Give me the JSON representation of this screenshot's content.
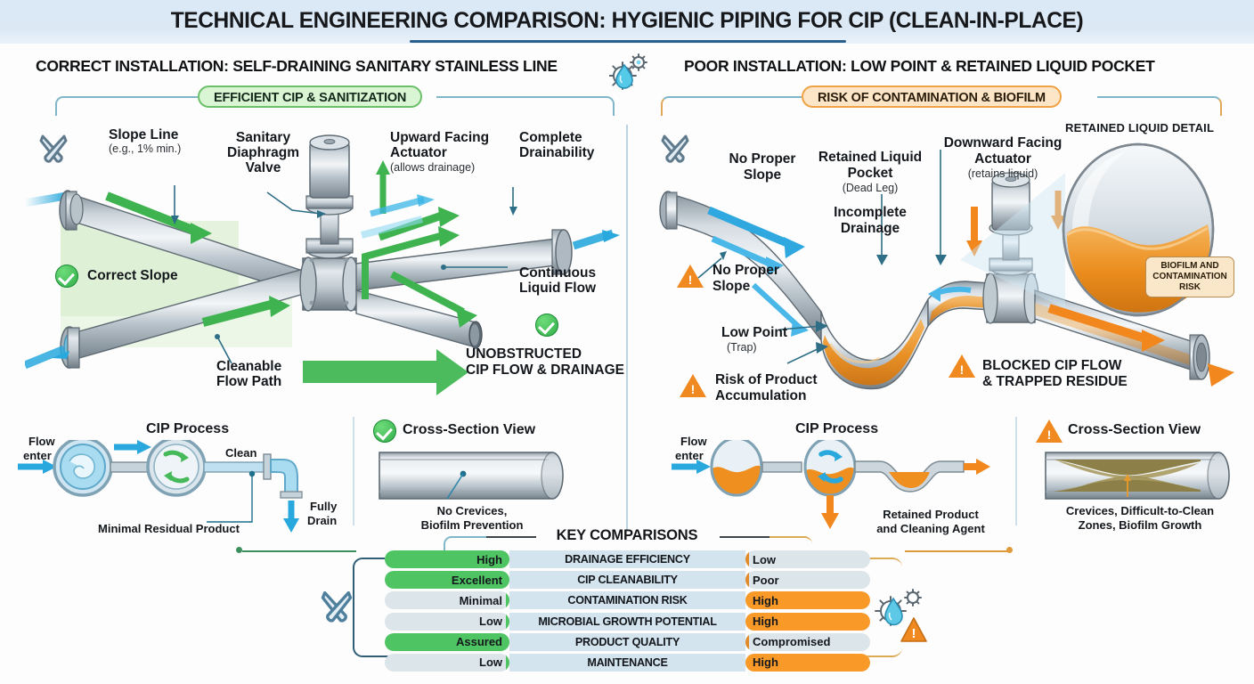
{
  "header": {
    "title": "TECHNICAL ENGINEERING COMPARISON: HYGIENIC PIPING FOR CIP (CLEAN-IN-PLACE)",
    "center_icon": "gear-waterdrop-icon"
  },
  "left_panel": {
    "heading": "CORRECT INSTALLATION: SELF-DRAINING SANITARY STAINLESS LINE",
    "badge": "EFFICIENT CIP & SANITIZATION",
    "tools_icon": "wrench-screwdriver-icon",
    "labels": {
      "slope_line": "Slope Line",
      "slope_line_sub": "(e.g., 1% min.)",
      "valve": "Sanitary\nDiaphragm\nValve",
      "valve_l1": "Sanitary",
      "valve_l2": "Diaphragm",
      "valve_l3": "Valve",
      "actuator_l1": "Upward Facing",
      "actuator_l2": "Actuator",
      "actuator_sub": "(allows drainage)",
      "drainability_l1": "Complete",
      "drainability_l2": "Drainability",
      "correct_slope": "Correct Slope",
      "continuous_flow_l1": "Continuous",
      "continuous_flow_l2": "Liquid Flow",
      "cleanable_l1": "Cleanable",
      "cleanable_l2": "Flow Path",
      "unobstructed_l1": "UNOBSTRUCTED",
      "unobstructed_l2": "CIP FLOW & DRAINAGE"
    },
    "cip_process": {
      "title": "CIP Process",
      "flow_enter_l1": "Flow",
      "flow_enter_l2": "enter",
      "clean": "Clean",
      "fully_drain_l1": "Fully",
      "fully_drain_l2": "Drain",
      "minimal_residual": "Minimal Residual Product"
    },
    "cross_section": {
      "title": "Cross-Section View",
      "caption_l1": "No Crevices,",
      "caption_l2": "Biofilm Prevention"
    }
  },
  "right_panel": {
    "heading": "POOR INSTALLATION: LOW POINT & RETAINED LIQUID POCKET",
    "badge": "RISK OF CONTAMINATION & BIOFILM",
    "tools_icon": "wrench-screwdriver-icon",
    "labels": {
      "no_slope_top_l1": "No Proper",
      "no_slope_top_l2": "Slope",
      "retained_pocket_l1": "Retained Liquid",
      "retained_pocket_l2": "Pocket",
      "retained_pocket_sub": "(Dead Leg)",
      "incomplete_l1": "Incomplete",
      "incomplete_l2": "Drainage",
      "down_actuator_l1": "Downward Facing",
      "down_actuator_l2": "Actuator",
      "down_actuator_sub": "(retains liquid)",
      "detail_title": "RETAINED LIQUID DETAIL",
      "biofilm_box_l1": "BIOFILM AND",
      "biofilm_box_l2": "CONTAMINATION",
      "biofilm_box_l3": "RISK",
      "no_slope_warn_l1": "No Proper",
      "no_slope_warn_l2": "Slope",
      "low_point": "Low Point",
      "low_point_sub": "(Trap)",
      "risk_accum_l1": "Risk of Product",
      "risk_accum_l2": "Accumulation",
      "blocked_l1": "BLOCKED CIP FLOW",
      "blocked_l2": "& TRAPPED RESIDUE"
    },
    "cip_process": {
      "title": "CIP Process",
      "flow_enter_l1": "Flow",
      "flow_enter_l2": "enter",
      "retained_l1": "Retained Product",
      "retained_l2": "and Cleaning Agent"
    },
    "cross_section": {
      "title": "Cross-Section View",
      "caption_l1": "Crevices, Difficult-to-Clean",
      "caption_l2": "Zones, Biofilm Growth"
    }
  },
  "comparison": {
    "title": "KEY COMPARISONS",
    "left_icon": "wrench-screwdriver-icon",
    "right_icon": "gear-waterdrop-warning-icon",
    "rows": [
      {
        "metric": "DRAINAGE EFFICIENCY",
        "left": "High",
        "right": "Low",
        "left_fill": 100,
        "right_fill": 3
      },
      {
        "metric": "CIP CLEANABILITY",
        "left": "Excellent",
        "right": "Poor",
        "left_fill": 100,
        "right_fill": 3
      },
      {
        "metric": "CONTAMINATION RISK",
        "left": "Minimal",
        "right": "High",
        "left_fill": 0,
        "right_fill": 100
      },
      {
        "metric": "MICROBIAL GROWTH POTENTIAL",
        "left": "Low",
        "right": "High",
        "left_fill": 0,
        "right_fill": 100
      },
      {
        "metric": "PRODUCT QUALITY",
        "left": "Assured",
        "right": "Compromised",
        "left_fill": 100,
        "right_fill": 3
      },
      {
        "metric": "MAINTENANCE",
        "left": "Low",
        "right": "High",
        "left_fill": 0,
        "right_fill": 100
      }
    ]
  },
  "colors": {
    "good_green": "#4fc463",
    "bad_orange": "#f99a28",
    "neutral_bar": "#dbe5ea",
    "metric_bg": "#d4e4ef",
    "title_bg": "#dbe9f6",
    "accent_blue": "#2c5f8d",
    "flow_cyan": "#29a8dd",
    "liquid_amber": "#ec8c1f"
  }
}
